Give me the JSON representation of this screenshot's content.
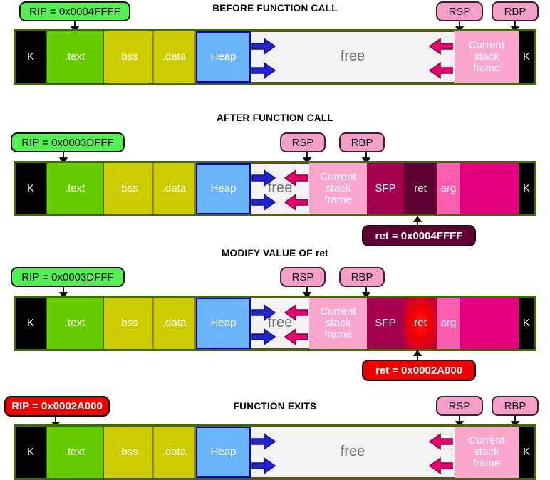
{
  "diagram": {
    "title": "Stack buffer overflow: memory layout across a function call",
    "type": "memory-layout-diagram"
  },
  "palette": {
    "kernel": "#000000",
    "text_seg": "#66cc00",
    "bss_data": "#cccc00",
    "heap": "#6cb4fb",
    "free": "#f2f2f2",
    "current_stack_frame": "#fba7cd",
    "sfp": "#a50050",
    "ret": "#5e0030",
    "ret_highlight": "#f00000",
    "arg": "#ff5fb0",
    "stack_magenta": "#e4007f",
    "bar_border": "#3d6b00",
    "rip_pill": "#55ee55",
    "rip_pill_alert": "#ee0000",
    "rsp_rbp_pill": "#f4a0c6",
    "blue_arrow": "#2222cc",
    "pink_arrow": "#e8006e"
  },
  "common": {
    "labels": {
      "kernel": "K",
      "text": ".text",
      "bss": ".bss",
      "data": ".data",
      "heap": "Heap",
      "free": "free",
      "current_stack_frame": "Current\nstack\nframe",
      "sfp": "SFP",
      "ret": "ret",
      "arg": "arg"
    },
    "registers": {
      "rsp": "RSP",
      "rbp": "RBP"
    },
    "icons": {
      "heap_growth": "blue-right-arrow-icon",
      "stack_growth": "pink-left-arrow-icon",
      "pointer": "down-arrow-icon",
      "callout_pointer": "up-arrow-icon"
    }
  },
  "rows": [
    {
      "id": "before-function-call",
      "title": "BEFORE FUNCTION CALL",
      "rip": {
        "label": "RIP = 0x0004FFFF",
        "style": "green"
      },
      "rsp": "RSP",
      "rbp": "RBP"
    },
    {
      "id": "after-function-call",
      "title": "AFTER FUNCTION CALL",
      "rip": {
        "label": "RIP = 0x0003DFFF",
        "style": "green"
      },
      "rsp": "RSP",
      "rbp": "RBP",
      "callout": {
        "label": "ret = 0x0004FFFF",
        "style": "maroon"
      }
    },
    {
      "id": "modify-value-of-ret",
      "title": "MODIFY VALUE OF ret",
      "rip": {
        "label": "RIP = 0x0003DFFF",
        "style": "green"
      },
      "rsp": "RSP",
      "rbp": "RBP",
      "callout": {
        "label": "ret = 0x0002A000",
        "style": "red"
      }
    },
    {
      "id": "function-exits",
      "title": "FUNCTION EXITS",
      "rip": {
        "label": "RIP = 0x0002A000",
        "style": "red"
      },
      "rsp": "RSP",
      "rbp": "RBP"
    }
  ]
}
